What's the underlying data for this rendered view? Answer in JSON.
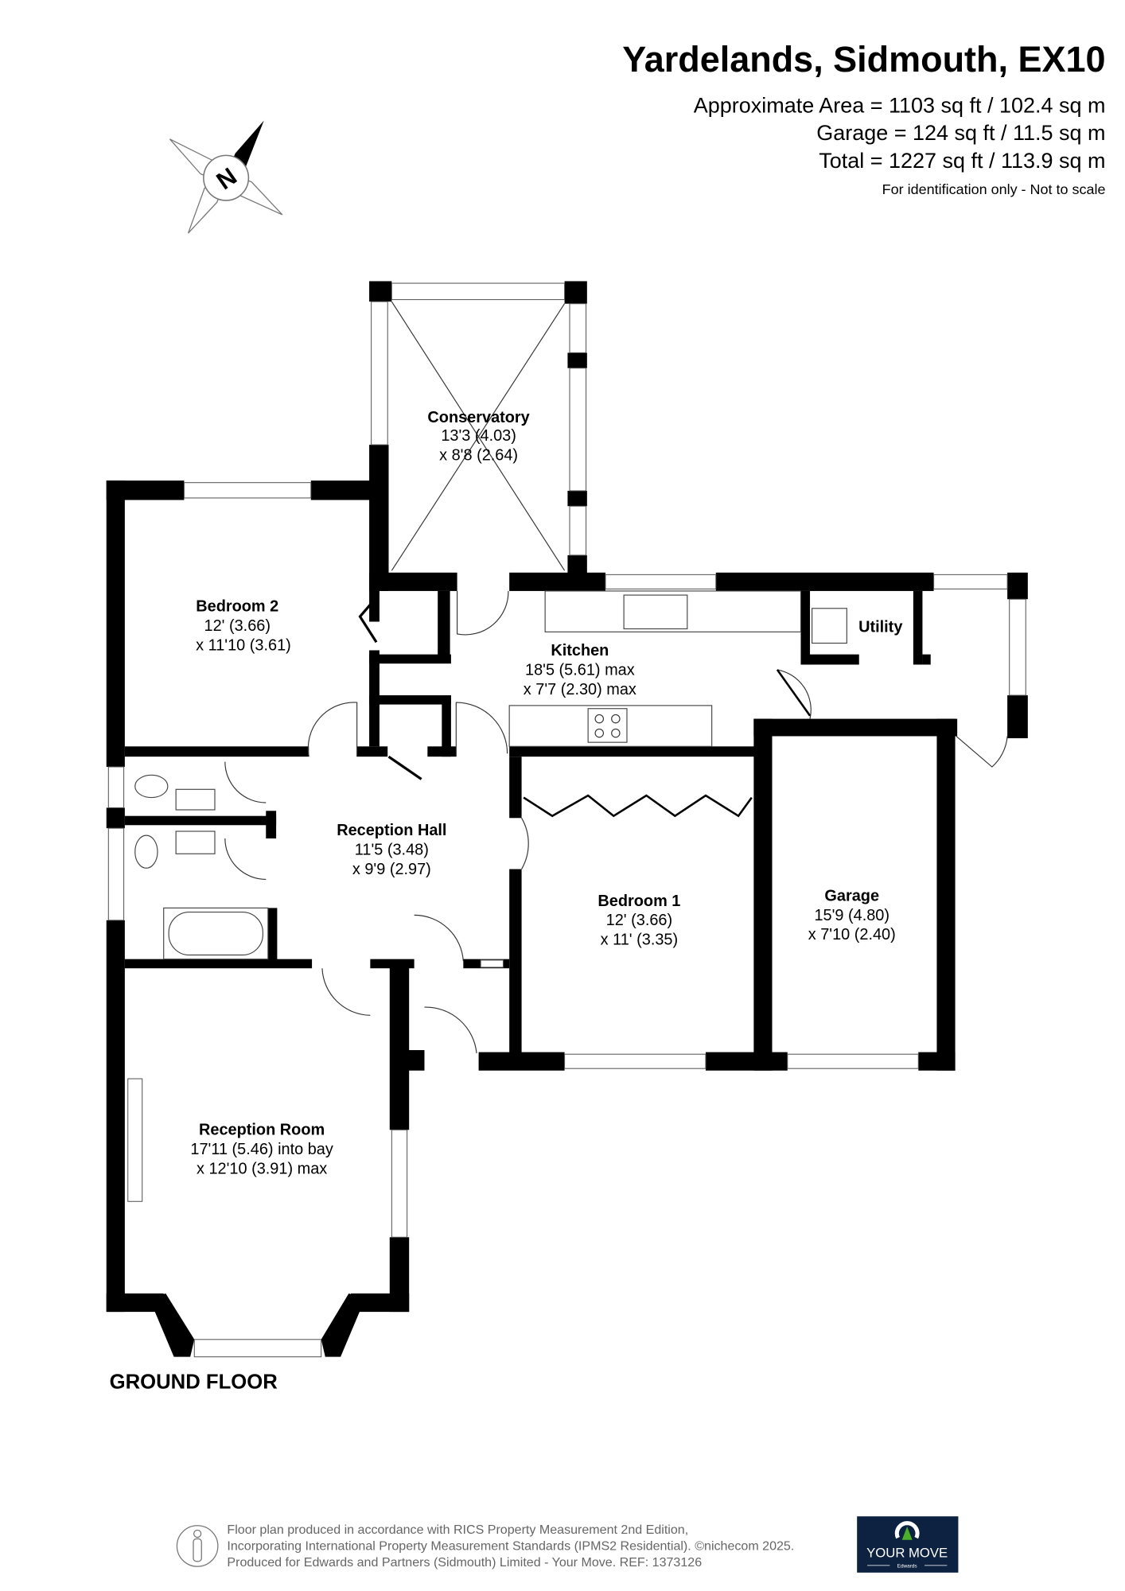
{
  "header": {
    "title": "Yardelands, Sidmouth, EX10",
    "area": "Approximate Area = 1103 sq ft / 102.4 sq m",
    "garage": "Garage = 124 sq ft / 11.5 sq m",
    "total": "Total = 1227 sq ft / 113.9 sq m",
    "disclaimer": "For identification only - Not to scale"
  },
  "compass": {
    "label": "N"
  },
  "rooms": {
    "conservatory": {
      "name": "Conservatory",
      "dim1": "13'3 (4.03)",
      "dim2": "x 8'8 (2.64)"
    },
    "bedroom2": {
      "name": "Bedroom 2",
      "dim1": "12' (3.66)",
      "dim2": "x 11'10 (3.61)"
    },
    "kitchen": {
      "name": "Kitchen",
      "dim1": "18'5 (5.61) max",
      "dim2": "x 7'7 (2.30) max"
    },
    "utility": {
      "name": "Utility"
    },
    "reception_hall": {
      "name": "Reception Hall",
      "dim1": "11'5 (3.48)",
      "dim2": "x 9'9 (2.97)"
    },
    "bedroom1": {
      "name": "Bedroom 1",
      "dim1": "12' (3.66)",
      "dim2": "x 11' (3.35)"
    },
    "garage": {
      "name": "Garage",
      "dim1": "15'9 (4.80)",
      "dim2": "x 7'10 (2.40)"
    },
    "reception_room": {
      "name": "Reception Room",
      "dim1": "17'11 (5.46) into bay",
      "dim2": "x 12'10 (3.91) max"
    }
  },
  "floor_label": "GROUND FLOOR",
  "footer": {
    "line1": "Floor plan produced in accordance with RICS Property Measurement 2nd Edition,",
    "line2": "Incorporating International Property Measurement Standards (IPMS2 Residential).   ©nichecom 2025.",
    "line3": "Produced for Edwards and Partners (Sidmouth) Limited - Your Move.   REF:  1373126",
    "logo_text": "YOUR MOVE",
    "logo_sub": "Edwards"
  },
  "colors": {
    "walls": "#000000",
    "logo_bg": "#0d2240",
    "logo_accent": "#4caf2a"
  }
}
